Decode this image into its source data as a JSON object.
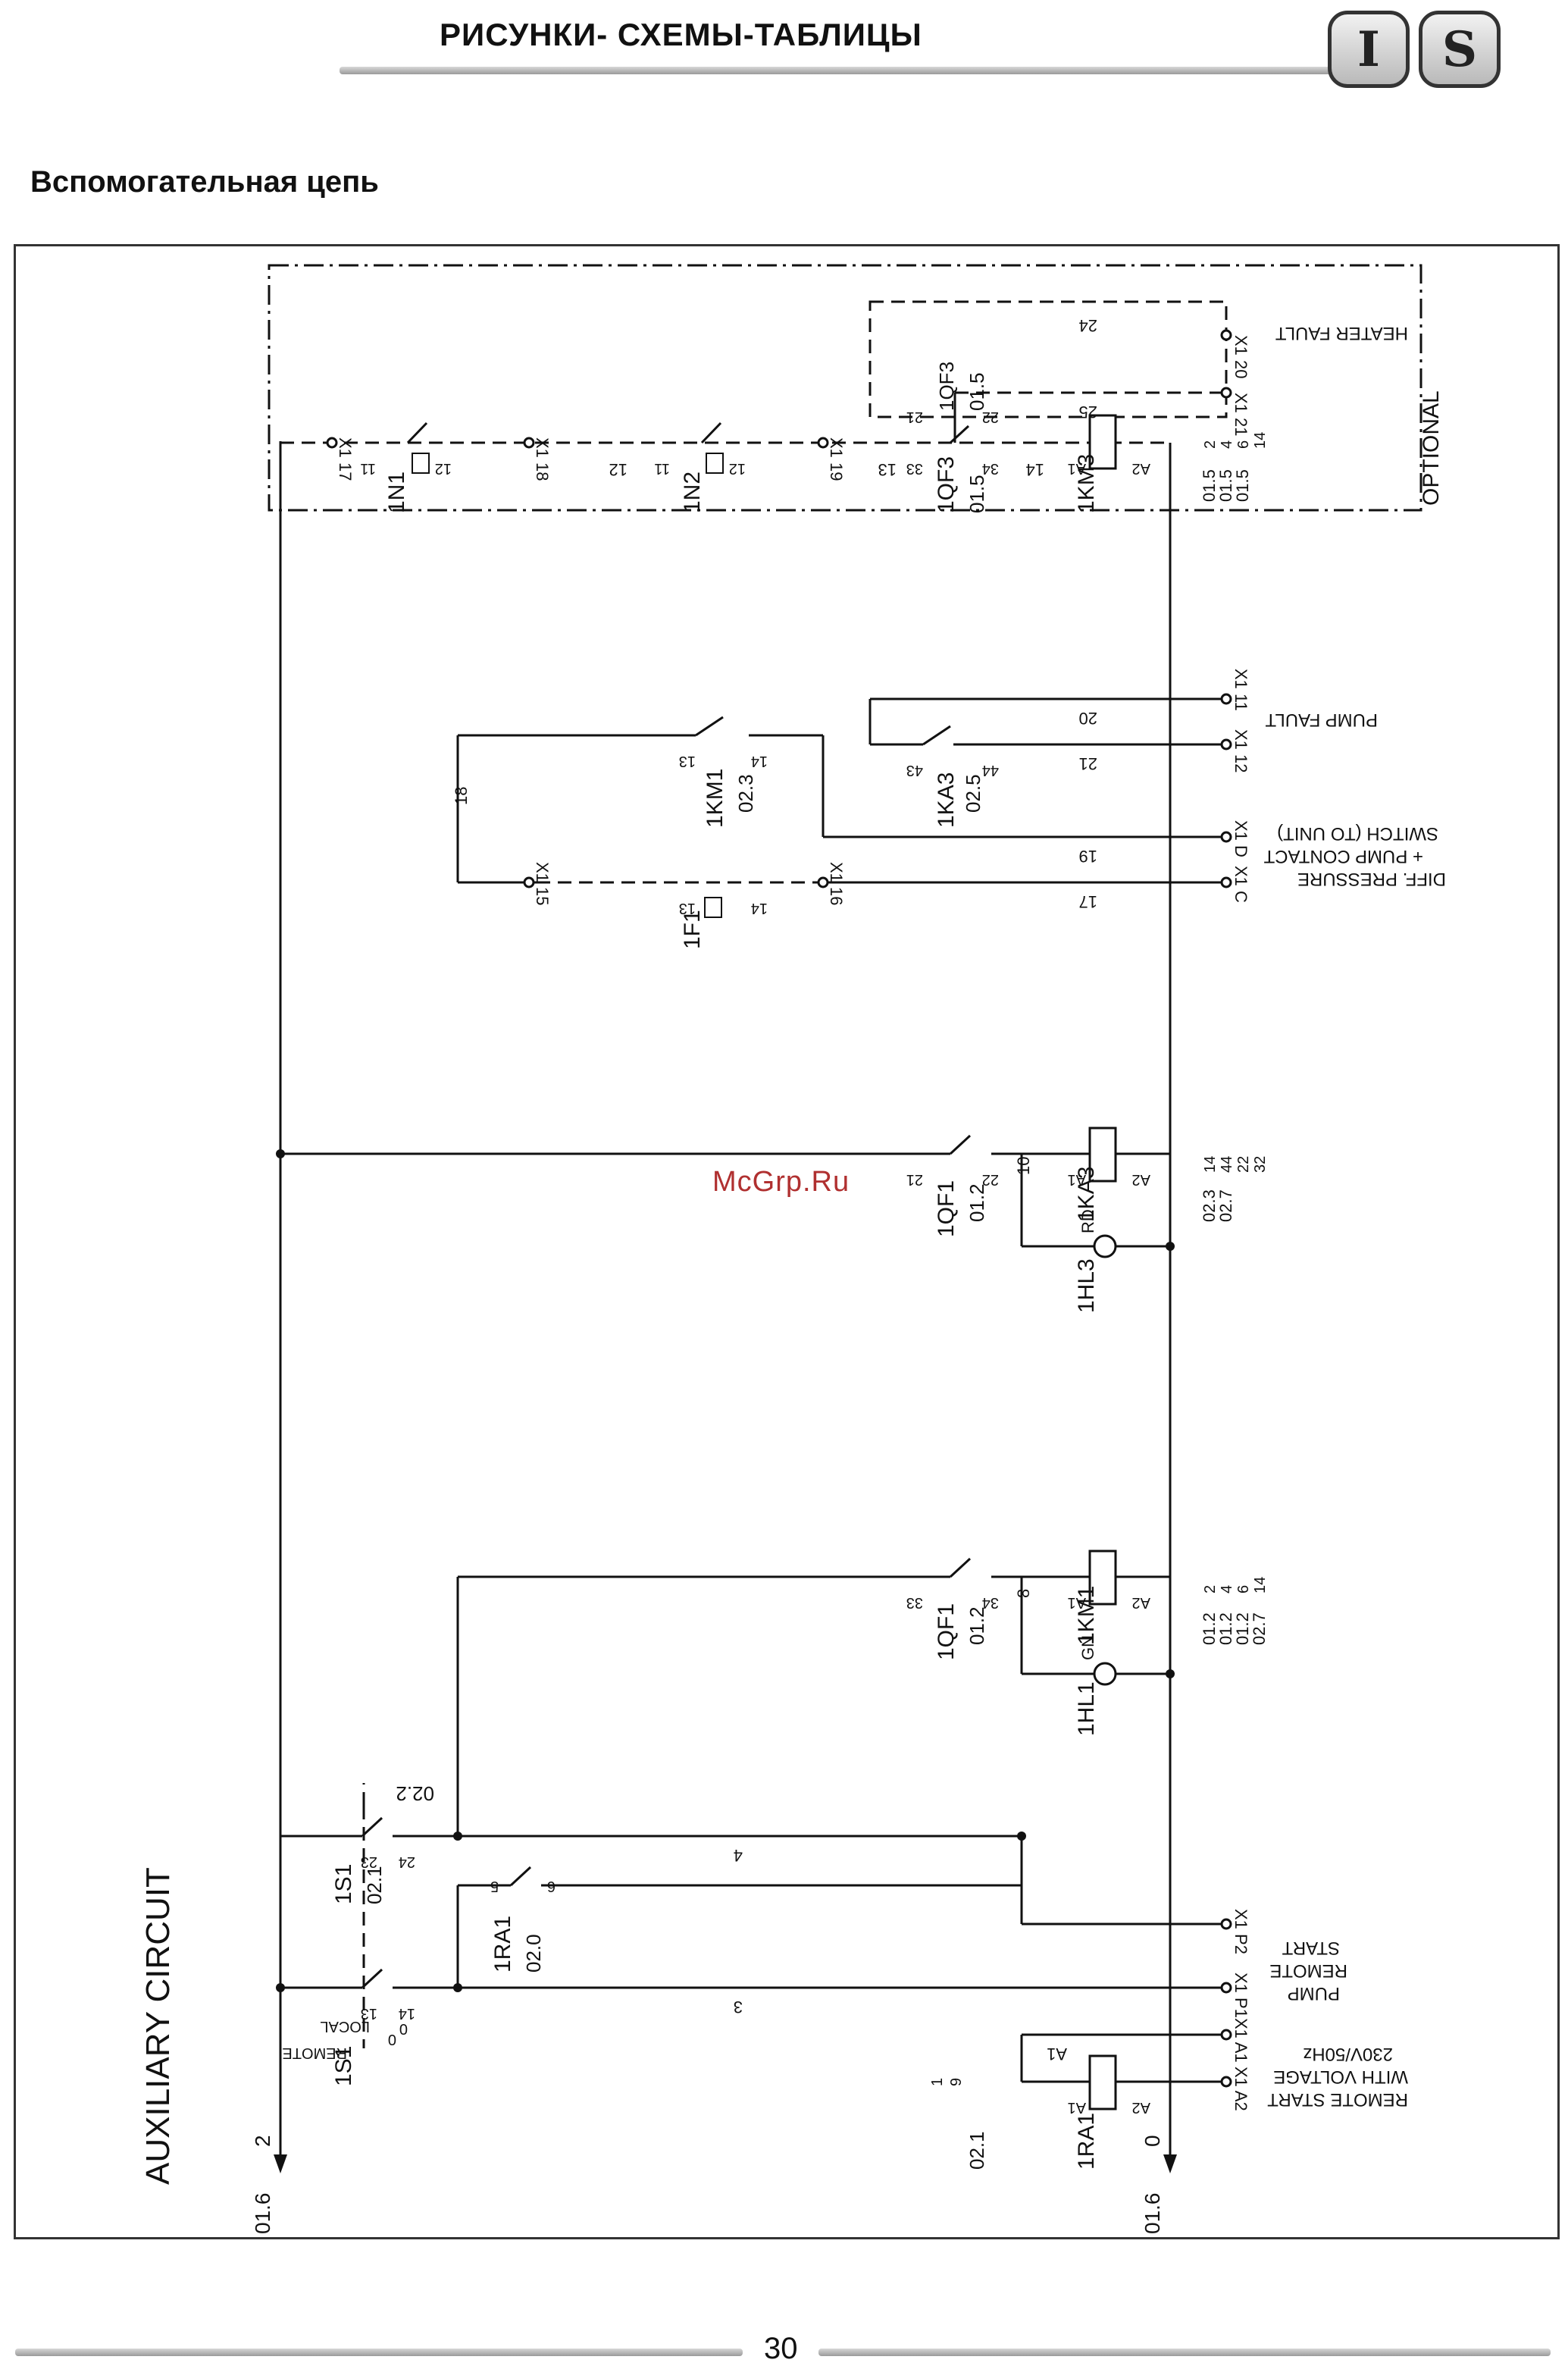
{
  "header": {
    "title": "РИСУНКИ- СХЕМЫ-ТАБЛИЦЫ",
    "badge_i": "I",
    "badge_s": "S"
  },
  "section_title": "Вспомогательная цепь",
  "watermark": "McGrp.Ru",
  "page_number": "30",
  "diagram": {
    "title": "AUXILIARY CIRCUIT",
    "optional_label": "OPTIONAL",
    "rails": [
      {
        "ref": "01.6",
        "num": "2"
      },
      {
        "ref": "01.6",
        "num": "0"
      }
    ],
    "terminals": {
      "t17": "X1 17",
      "t18": "X1 18",
      "t19": "X1 19",
      "t20": "X1 20",
      "t21": "X1 21",
      "t11": "X1 11",
      "t12": "X1 12",
      "t15": "X1 15",
      "t16": "X1 16",
      "tC": "X1 C",
      "tD": "X1 D",
      "tP1": "X1 P1",
      "tP2": "X1 P2",
      "tA1": "X1 A1",
      "tA2": "X1 A2"
    },
    "external_labels": {
      "heater_fault": "HEATER FAULT",
      "pump_fault": "PUMP FAULT",
      "diff_1": "DIFF. PRESSURE",
      "diff_2": "+ PUMP CONTACT",
      "diff_3": "SWITCH (TO UNIT)",
      "pump_start_1": "PUMP",
      "pump_start_2": "REMOTE",
      "pump_start_3": "START",
      "remote_1": "REMOTE START",
      "remote_2": "WITH VOLTAGE",
      "remote_3": "230V/50Hz"
    },
    "components": {
      "n1": "1N1",
      "n2": "1N2",
      "qf3a": "1QF3",
      "qf3b": "1QF3",
      "km3": "1KM3",
      "km1a": "1KM1",
      "ka3a": "1KA3",
      "f1": "1F1",
      "qf1a": "1QF1",
      "ka3b": "1KA3",
      "hl3": "1HL3",
      "qf1b": "1QF1",
      "km1b": "1KM1",
      "hl1": "1HL1",
      "s1a": "1S1",
      "s1b": "1S1",
      "ra1a": "1RA1",
      "ra1b": "1RA1"
    },
    "refs": {
      "qf3_015a": "01.5",
      "qf3_015b": "01.5",
      "km1_023": "02.3",
      "ka3_025": "02.5",
      "qf1_012a": "01.2",
      "qf1_012b": "01.2",
      "s1_021": "02.1",
      "s1_022": "02.2",
      "ra1_020": "02.0",
      "ra1_021": "02.1",
      "km3_xref": [
        "01.5",
        "01.5",
        "01.5"
      ],
      "km3_contacts": [
        "2",
        "4",
        "6",
        "14"
      ],
      "ka3_xref": [
        "02.3",
        "02.7"
      ],
      "ka3_contacts": [
        "14",
        "44",
        "22",
        "32"
      ],
      "km1_xref": [
        "01.2",
        "01.2",
        "01.2",
        "02.7"
      ],
      "km1_contacts": [
        "2",
        "4",
        "6",
        "14"
      ],
      "ra1_contacts": [
        "1",
        "9"
      ]
    },
    "pins": {
      "p11": "11",
      "p12": "12",
      "p13": "13",
      "p14": "14",
      "p21": "21",
      "p22": "22",
      "p23": "23",
      "p24": "24",
      "p33": "33",
      "p34": "34",
      "p43": "43",
      "p44": "44",
      "pA1": "A1",
      "pA2": "A2",
      "p5": "5",
      "p6": "6",
      "p0": "0"
    },
    "wires": {
      "w3": "3",
      "w4": "4",
      "w8": "8",
      "w10": "10",
      "w12": "12",
      "w13": "13",
      "w14": "14",
      "w17": "17",
      "w18": "18",
      "w19": "19",
      "w20": "20",
      "w21": "21",
      "w24": "24",
      "w25": "25",
      "wA1": "A1"
    },
    "switch_labels": {
      "local": "LOCAL",
      "remote": "REMOTE",
      "zero": "0"
    },
    "lamp_colors": {
      "rd": "RD",
      "gn": "GN"
    },
    "line_color": "#111111"
  }
}
